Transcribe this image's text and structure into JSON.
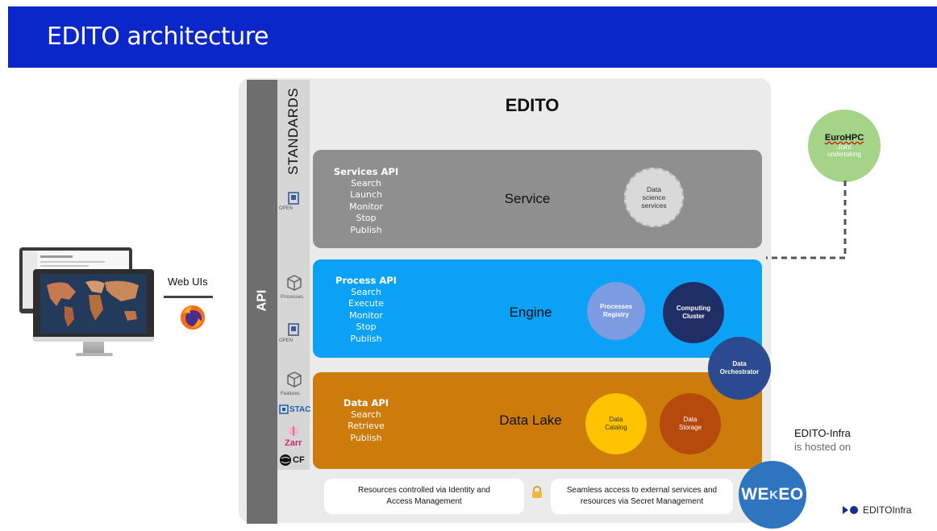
{
  "header": {
    "title": "EDITO architecture"
  },
  "edito": {
    "title": "EDITO"
  },
  "sidebar": {
    "api_label": "API",
    "standards_label": "STANDARDS",
    "open_caption_1": "OPEN",
    "open_caption_2": "OPEN",
    "processes_caption": "Processes",
    "features_caption": "Features",
    "stac_label": "STAC",
    "zarr_label": "Zarr",
    "cf_label": "CF"
  },
  "layers": {
    "service": {
      "name": "Service",
      "api_title": "Services API",
      "api_items": [
        "Search",
        "Launch",
        "Monitor",
        "Stop",
        "Publish"
      ],
      "circle": "Data science services",
      "color": "#8f8f8f"
    },
    "engine": {
      "name": "Engine",
      "api_title": "Process API",
      "api_items": [
        "Search",
        "Execute",
        "Monitor",
        "Stop",
        "Publish"
      ],
      "circle_processes": "Processes Registry",
      "circle_computing": "Computing Cluster",
      "color": "#0aa1f7"
    },
    "lake": {
      "name": "Data Lake",
      "api_title": "Data API",
      "api_items": [
        "Search",
        "Retrieve",
        "Publish"
      ],
      "circle_catalog": "Data Catalog",
      "circle_storage": "Data Storage",
      "color": "#cd7b0a"
    }
  },
  "orchestrator": "Data Orchestrator",
  "eurohpc": {
    "title": "EuroHPC",
    "subtitle": "Joint undertaking"
  },
  "bottom": {
    "iam": "Resources controlled via Identity and Access Management",
    "secret": "Seamless access to external services and resources via Secret Management"
  },
  "hosting": {
    "name": "EDITO-Infra",
    "hosted_on": "is hosted on",
    "wekeo_we": "WE",
    "wekeo_k": "K",
    "wekeo_eo": "EO",
    "infra_logo": "EDITOInfra"
  },
  "client": {
    "web_uis": "Web UIs"
  }
}
